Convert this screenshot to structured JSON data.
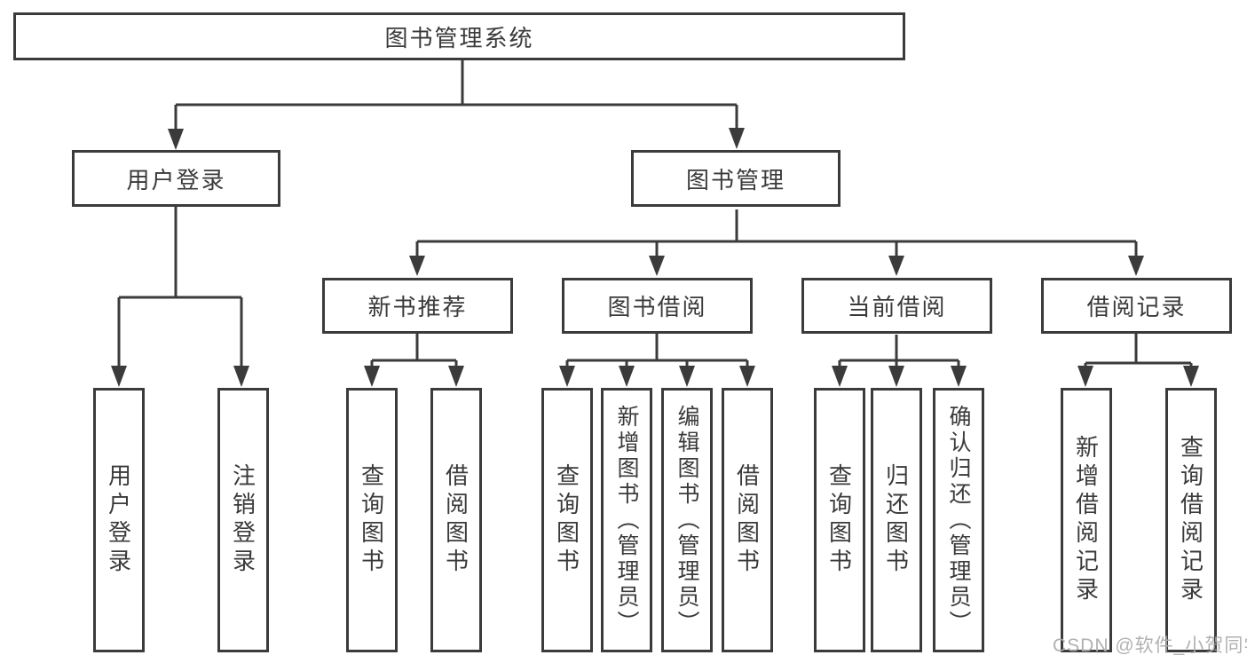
{
  "tree": {
    "root": {
      "label": "图书管理系统"
    },
    "branches": [
      {
        "label": "用户登录",
        "children": [
          {
            "label": "用户登录"
          },
          {
            "label": "注销登录"
          }
        ]
      },
      {
        "label": "图书管理",
        "groups": [
          {
            "label": "新书推荐",
            "children": [
              {
                "label": "查询图书"
              },
              {
                "label": "借阅图书"
              }
            ]
          },
          {
            "label": "图书借阅",
            "children": [
              {
                "label": "查询图书"
              },
              {
                "label": "新增图书（管理员）"
              },
              {
                "label": "编辑图书（管理员）"
              },
              {
                "label": "借阅图书"
              }
            ]
          },
          {
            "label": "当前借阅",
            "children": [
              {
                "label": "查询图书"
              },
              {
                "label": "归还图书"
              },
              {
                "label": "确认归还（管理员）"
              }
            ]
          },
          {
            "label": "借阅记录",
            "children": [
              {
                "label": "新增借阅记录"
              },
              {
                "label": "查询借阅记录"
              }
            ]
          }
        ]
      }
    ]
  },
  "watermark": "CSDN @软件_小贺同学",
  "colors": {
    "line": "#3b3b3b",
    "text": "#3a3a3a",
    "background": "#ffffff",
    "watermark": "#adadad"
  }
}
